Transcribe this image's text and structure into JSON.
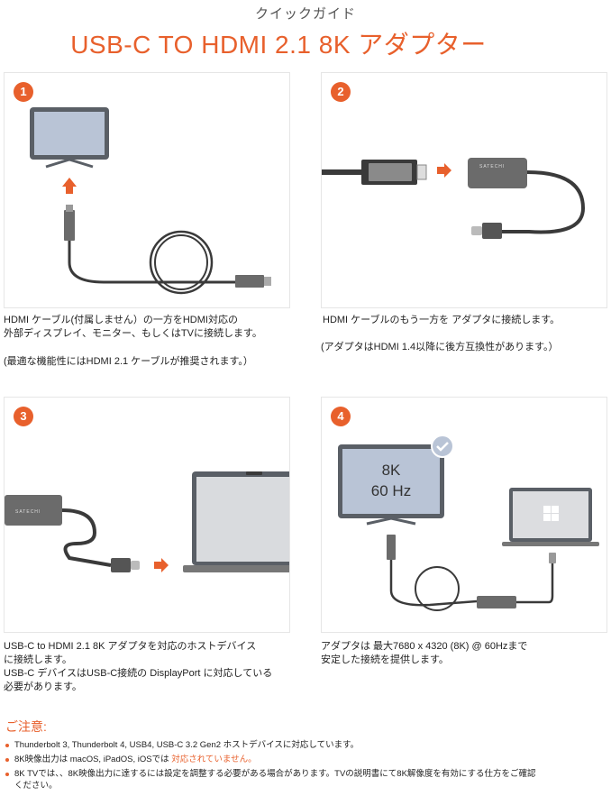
{
  "header": {
    "subtitle": "クイックガイド",
    "title": "USB-C TO HDMI 2.1 8K アダプター"
  },
  "steps": [
    {
      "number": "1",
      "caption": [
        "HDMI ケーブル(付属しません）の一方をHDMI対応の",
        "外部ディスプレイ、モニター、もしくはTVに接続します。"
      ],
      "note": "(最適な機能性にはHDMI 2.1 ケーブルが推奨されます。）"
    },
    {
      "number": "2",
      "caption": [
        "HDMI ケーブルのもう一方を アダプタに接続します。"
      ],
      "note": "(アダプタはHDMI 1.4以降に後方互換性があります。）",
      "adapter_brand": "SATECHI"
    },
    {
      "number": "3",
      "caption": [
        "USB-C to HDMI 2.1 8K アダプタを対応のホストデバイス",
        "に接続します。",
        "USB-C デバイスはUSB-C接続の DisplayPort に対応している",
        "必要があります。"
      ],
      "adapter_brand": "SATECHI"
    },
    {
      "number": "4",
      "caption": [
        "アダプタは 最大7680 x 4320 (8K) @ 60Hzまで",
        "安定した接続を提供します。"
      ],
      "screen_line1": "8K",
      "screen_line2": "60 Hz"
    }
  ],
  "notice": {
    "title": "ご注意:",
    "items": [
      {
        "text": "Thunderbolt 3, Thunderbolt 4, USB4,  USB-C 3.2 Gen2 ホストデバイスに対応しています。"
      },
      {
        "text": "8K映像出力は  macOS, iPadOS, iOSでは ",
        "highlight": "対応されていません。"
      },
      {
        "text": "8K TVでは、、8K映像出力に達するには設定を調整する必要がある場合があります。TVの説明書にて8K解像度を有効にする仕方をご確認",
        "text2": "ください。"
      }
    ]
  },
  "colors": {
    "accent": "#e8602c",
    "screen": "#b9c4d6",
    "cable": "#3a3a3a",
    "adapter": "#6b6b6b"
  }
}
